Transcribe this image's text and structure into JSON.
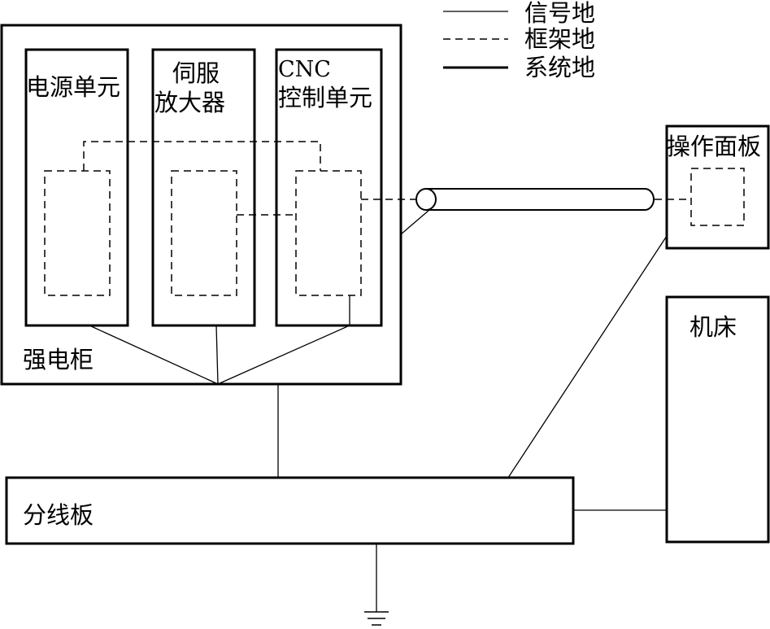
{
  "legend": {
    "signal_ground": "信号地",
    "frame_ground": "框架地",
    "system_ground": "系统地"
  },
  "cabinet": {
    "label": "强电柜",
    "units": {
      "power_unit": "电源单元",
      "servo_line1": "伺服",
      "servo_line2": "放大器",
      "cnc_line1": "CNC",
      "cnc_line2": "控制单元"
    }
  },
  "operator_panel": {
    "label": "操作面板"
  },
  "machine_tool": {
    "label": "机床"
  },
  "distribution_board": {
    "label": "分线板"
  }
}
